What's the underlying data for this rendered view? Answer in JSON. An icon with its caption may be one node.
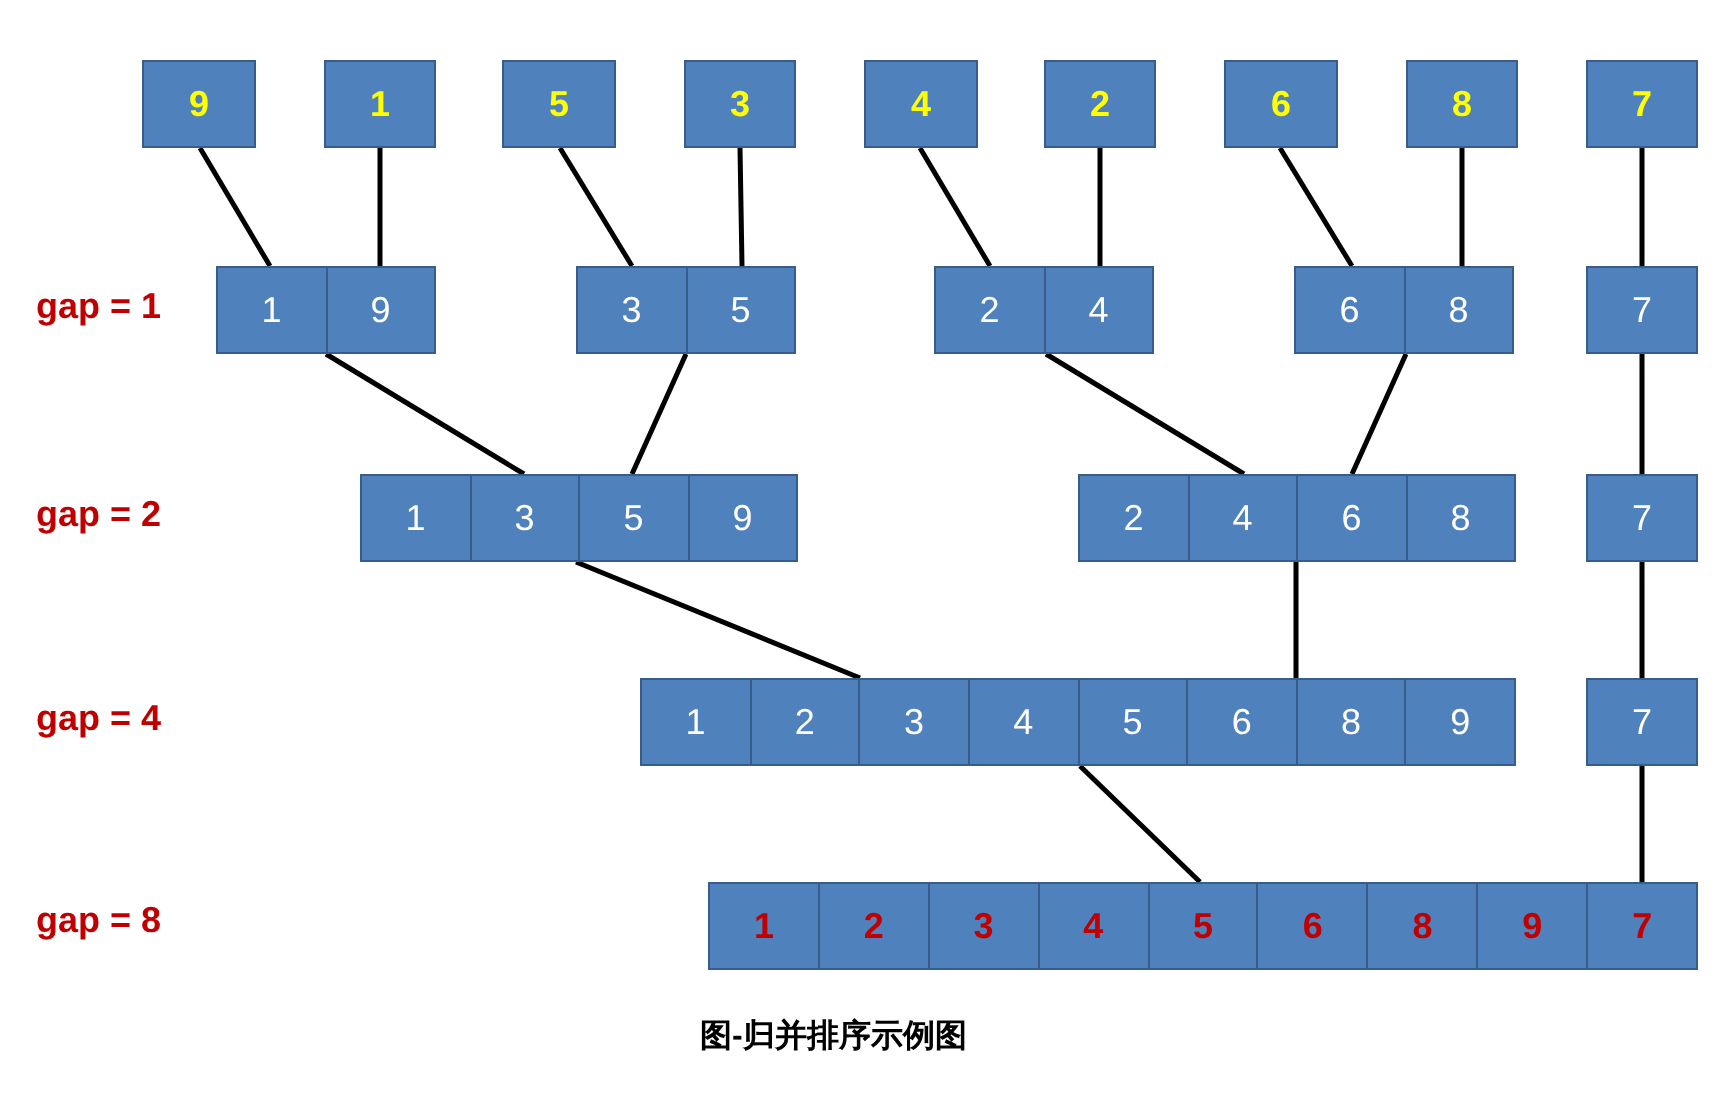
{
  "diagram": {
    "caption": "图-归并排序示例图",
    "nodes": [
      {
        "text": [
          "9"
        ]
      },
      {
        "text": [
          "1"
        ]
      },
      {
        "text": [
          "5"
        ]
      },
      {
        "text": [
          "3"
        ]
      },
      {
        "text": [
          "4"
        ]
      },
      {
        "text": [
          "2"
        ]
      },
      {
        "text": [
          "6"
        ]
      },
      {
        "text": [
          "8"
        ]
      },
      {
        "text": [
          "7"
        ]
      },
      {
        "text": [],
        "shape": "box"
      },
      {
        "text": [
          "1"
        ],
        "in": 9
      },
      {
        "text": [
          "9"
        ],
        "in": 9
      },
      {
        "text": [],
        "shape": "box"
      },
      {
        "text": [
          "3"
        ],
        "in": 12
      },
      {
        "text": [
          "5"
        ],
        "in": 12
      },
      {
        "text": [],
        "shape": "box"
      },
      {
        "text": [
          "2"
        ],
        "in": 15
      },
      {
        "text": [
          "4"
        ],
        "in": 15
      },
      {
        "text": [],
        "shape": "box"
      },
      {
        "text": [
          "6"
        ],
        "in": 18
      },
      {
        "text": [
          "8"
        ],
        "in": 18
      },
      {
        "text": [
          "7"
        ]
      },
      {
        "text": [],
        "shape": "box"
      },
      {
        "text": [
          "1"
        ],
        "in": 22
      },
      {
        "text": [
          "3"
        ],
        "in": 22
      },
      {
        "text": [
          "5"
        ],
        "in": 22
      },
      {
        "text": [
          "9"
        ],
        "in": 22
      },
      {
        "text": [],
        "shape": "box"
      },
      {
        "text": [
          "2"
        ],
        "in": 27
      },
      {
        "text": [
          "4"
        ],
        "in": 27
      },
      {
        "text": [
          "6"
        ],
        "in": 27
      },
      {
        "text": [
          "8"
        ],
        "in": 27
      },
      {
        "text": [
          "7"
        ]
      },
      {
        "text": [],
        "shape": "box"
      },
      {
        "text": [
          "1"
        ],
        "in": 33
      },
      {
        "text": [
          "2"
        ],
        "in": 33
      },
      {
        "text": [
          "3"
        ],
        "in": 33
      },
      {
        "text": [
          "4"
        ],
        "in": 33
      },
      {
        "text": [
          "5"
        ],
        "in": 33
      },
      {
        "text": [
          "6"
        ],
        "in": 33
      },
      {
        "text": [
          "8"
        ],
        "in": 33
      },
      {
        "text": [
          "9"
        ],
        "in": 33
      },
      {
        "text": [
          "7"
        ]
      },
      {
        "text": [],
        "shape": "box"
      },
      {
        "text": [
          "1"
        ],
        "in": 43
      },
      {
        "text": [
          "2"
        ],
        "in": 43
      },
      {
        "text": [
          "3"
        ],
        "in": 43
      },
      {
        "text": [
          "4"
        ],
        "in": 43
      },
      {
        "text": [
          "5"
        ],
        "in": 43
      },
      {
        "text": [
          "6"
        ],
        "in": 43
      },
      {
        "text": [
          "8"
        ],
        "in": 43
      },
      {
        "text": [
          "9"
        ],
        "in": 43
      },
      {
        "text": [
          "7"
        ],
        "in": 43
      }
    ],
    "edges": [
      {
        "from": 0,
        "to": 9,
        "arrow": "none"
      },
      {
        "from": 1,
        "to": 9,
        "arrow": "none"
      },
      {
        "from": 2,
        "to": 12,
        "arrow": "none"
      },
      {
        "from": 3,
        "to": 12,
        "arrow": "none"
      },
      {
        "from": 4,
        "to": 15,
        "arrow": "none"
      },
      {
        "from": 5,
        "to": 15,
        "arrow": "none"
      },
      {
        "from": 6,
        "to": 18,
        "arrow": "none"
      },
      {
        "from": 7,
        "to": 18,
        "arrow": "none"
      },
      {
        "from": 8,
        "to": 21,
        "arrow": "none"
      },
      {
        "from": 9,
        "to": 22,
        "arrow": "none"
      },
      {
        "from": 12,
        "to": 22,
        "arrow": "none"
      },
      {
        "from": 15,
        "to": 27,
        "arrow": "none"
      },
      {
        "from": 18,
        "to": 27,
        "arrow": "none"
      },
      {
        "from": 21,
        "to": 32,
        "arrow": "none"
      },
      {
        "from": 22,
        "to": 33,
        "arrow": "none"
      },
      {
        "from": 27,
        "to": 33,
        "arrow": "none"
      },
      {
        "from": 32,
        "to": 42,
        "arrow": "none"
      },
      {
        "from": 33,
        "to": 43,
        "arrow": "none"
      },
      {
        "from": 42,
        "to": 43,
        "arrow": "none"
      }
    ],
    "labels": [
      "gap = 1",
      "gap = 2",
      "gap = 4",
      "gap = 8"
    ]
  }
}
